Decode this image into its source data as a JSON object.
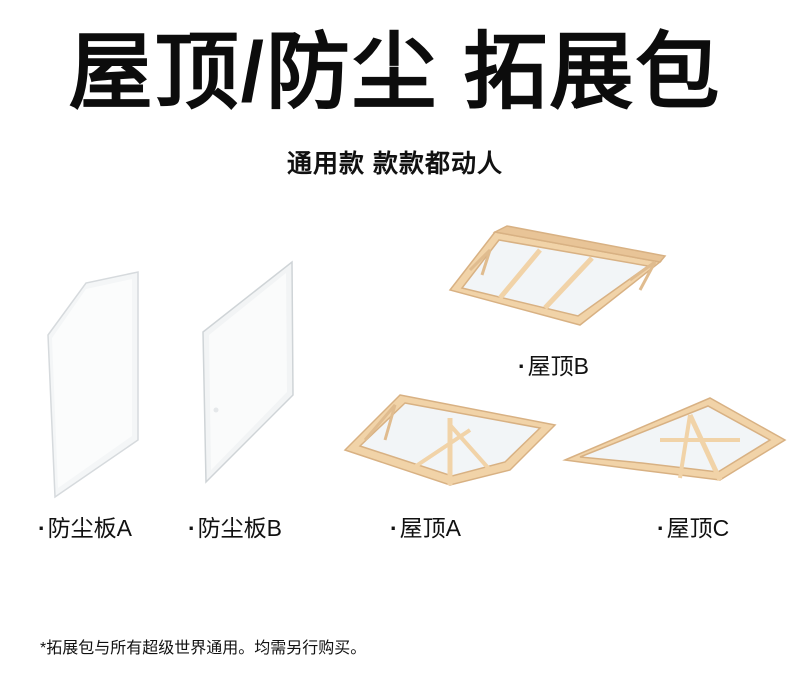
{
  "header": {
    "title": "屋顶/防尘 拓展包",
    "subtitle": "通用款 款款都动人"
  },
  "products": [
    {
      "label": "防尘板A",
      "icon": "dust-panel-a-image"
    },
    {
      "label": "防尘板B",
      "icon": "dust-panel-b-image"
    },
    {
      "label": "屋顶B",
      "icon": "roof-b-image"
    },
    {
      "label": "屋顶A",
      "icon": "roof-a-image"
    },
    {
      "label": "屋顶C",
      "icon": "roof-c-image"
    }
  ],
  "bullet": "·",
  "footer": {
    "note": "*拓展包与所有超级世界通用。均需另行购买。"
  },
  "colors": {
    "wood": "#f1d3a8",
    "wood_edge": "#d8b183",
    "glass": "#eef3f6",
    "text": "#111111"
  }
}
